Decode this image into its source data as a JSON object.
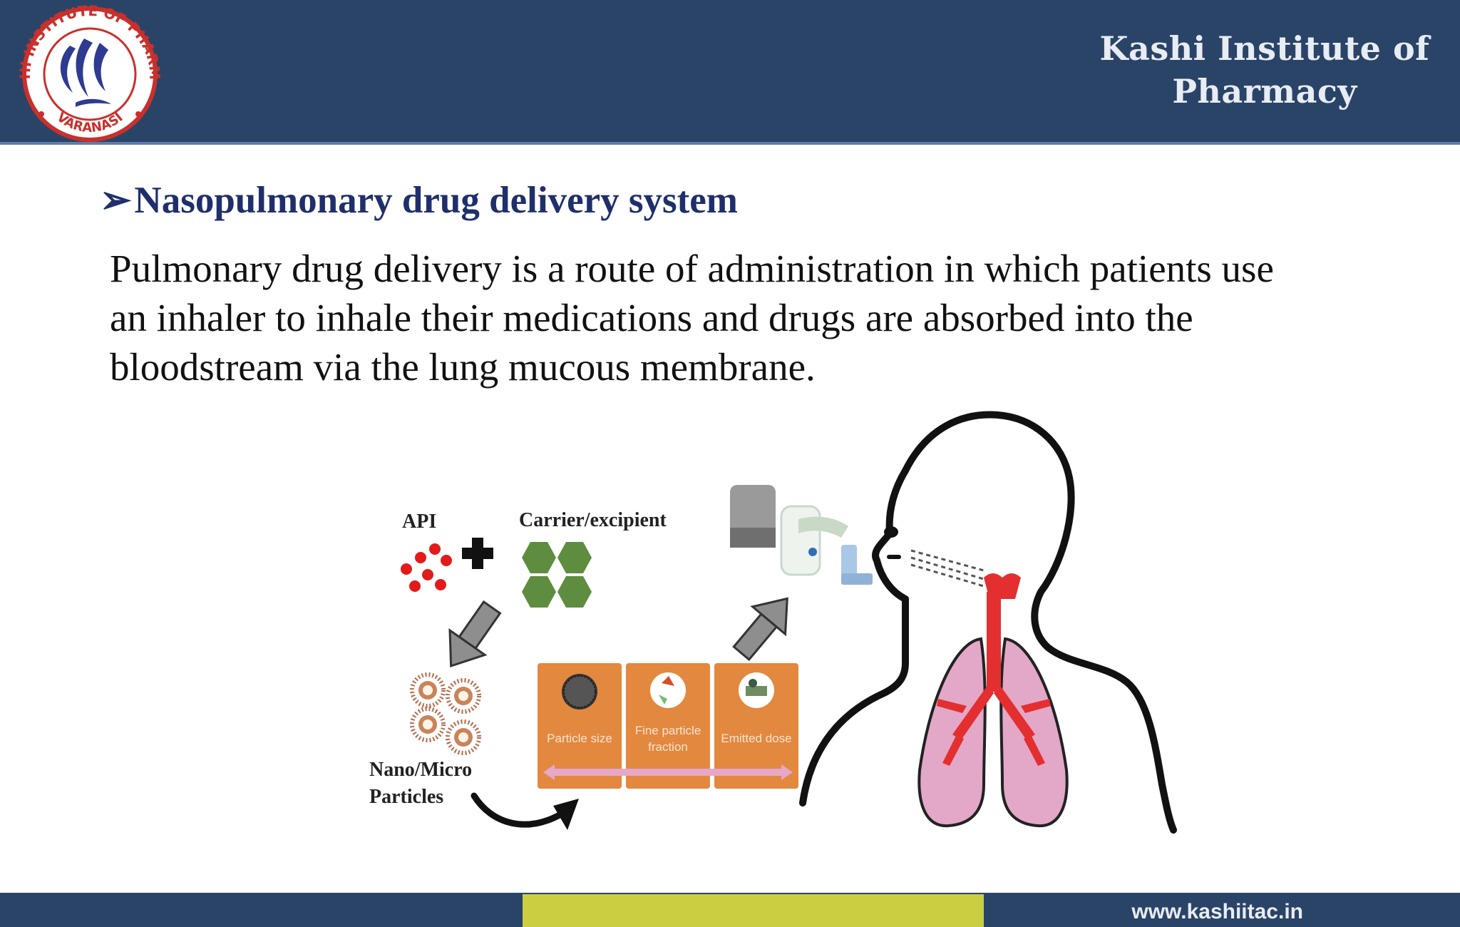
{
  "header": {
    "institute_line1": "Kashi Institute of",
    "institute_line2": "Pharmacy",
    "logo_ring_text": "KASHI INSTITUTE OF PHARMACY",
    "logo_city": "VARANASI"
  },
  "main": {
    "bullet": "➢",
    "heading": "Nasopulmonary drug delivery system",
    "paragraph_lines": [
      "Pulmonary drug delivery is a route of administration in which patients use",
      "an inhaler to inhale their medications and drugs are absorbed into the",
      "bloodstream via the lung mucous membrane."
    ]
  },
  "diagram": {
    "api_label": "API",
    "carrier_label": "Carrier/excipient",
    "particles_label_line1": "Nano/Micro",
    "particles_label_line2": "Particles",
    "box_particle_size": "Particle size",
    "box_fine_particle_line1": "Fine particle",
    "box_fine_particle_line2": "fraction",
    "box_emitted_dose": "Emitted dose"
  },
  "colors": {
    "header_bg": "#2a4468",
    "accent_yellow": "#ccce42",
    "heading_navy": "#1f2f6b",
    "box_orange": "#e3883f",
    "hex_green": "#5e8d3f",
    "api_red": "#e31a1a",
    "lung_pink": "#e3a7c7",
    "trachea_red": "#e32f2f"
  },
  "footer": {
    "url": "www.kashiitac.in"
  }
}
